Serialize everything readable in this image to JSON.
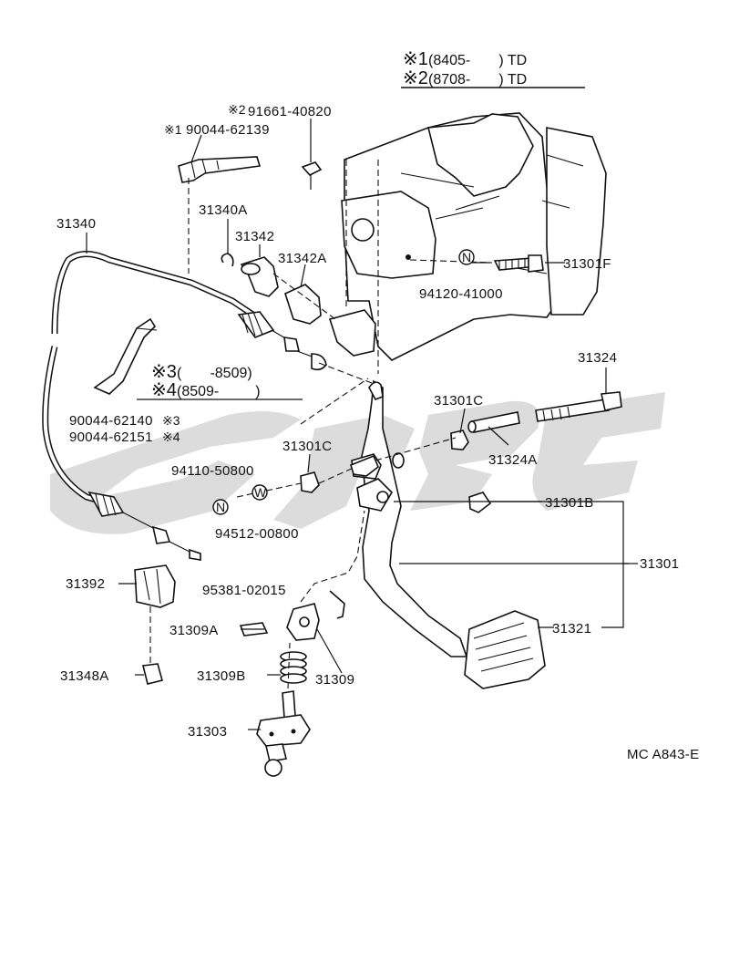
{
  "header": {
    "note1_mark": "※1",
    "note1_text": "(8405-       ) TD",
    "note2_mark": "※2",
    "note2_text": "(8708-       ) TD"
  },
  "variants": {
    "note3_mark": "※3",
    "note3_text": "(       -8509)",
    "note4_mark": "※4",
    "note4_text": "(8509-         )"
  },
  "parts": {
    "p_91661": "91661-40820",
    "p_90044_62139": "90044-62139",
    "note_mark_2": "※2",
    "note_mark_1": "※1",
    "p_31340A": "31340A",
    "p_31342": "31342",
    "p_31342A": "31342A",
    "p_31340": "31340",
    "p_94120": "94120-41000",
    "p_31301F": "31301F",
    "p_31324": "31324",
    "p_31301C_a": "31301C",
    "p_31301C_b": "31301C",
    "p_31324A": "31324A",
    "p_90044_62140": "90044-62140",
    "p_90044_62140_mark": "※3",
    "p_90044_62151": "90044-62151",
    "p_90044_62151_mark": "※4",
    "p_94110": "94110-50800",
    "p_94512": "94512-00800",
    "p_31301B": "31301B",
    "p_31301": "31301",
    "p_31392": "31392",
    "p_95381": "95381-02015",
    "p_31309A": "31309A",
    "p_31321": "31321",
    "p_31348A": "31348A",
    "p_31309B": "31309B",
    "p_31309": "31309",
    "p_31303": "31303"
  },
  "symbols": {
    "nut_n": "N",
    "washer_w": "W"
  },
  "catalog_code": "MC A843-E"
}
